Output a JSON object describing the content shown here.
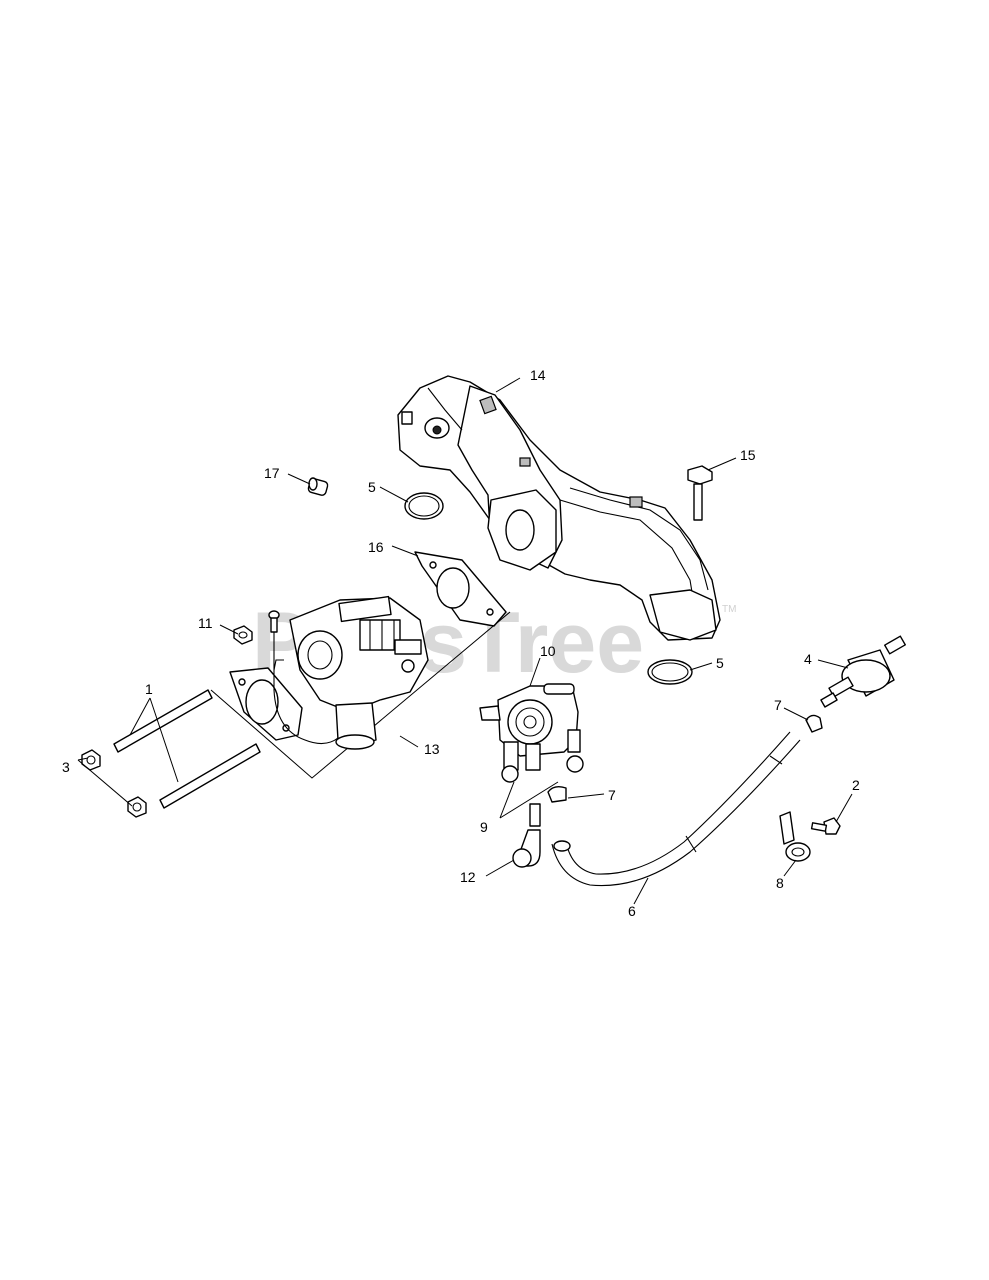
{
  "watermark": {
    "text": "PartsTree",
    "trademark": "TM"
  },
  "callouts": [
    {
      "id": "c1",
      "label": "1"
    },
    {
      "id": "c2",
      "label": "2"
    },
    {
      "id": "c3",
      "label": "3"
    },
    {
      "id": "c4",
      "label": "4"
    },
    {
      "id": "c5a",
      "label": "5"
    },
    {
      "id": "c5b",
      "label": "5"
    },
    {
      "id": "c6",
      "label": "6"
    },
    {
      "id": "c7a",
      "label": "7"
    },
    {
      "id": "c7b",
      "label": "7"
    },
    {
      "id": "c8",
      "label": "8"
    },
    {
      "id": "c9",
      "label": "9"
    },
    {
      "id": "c10",
      "label": "10"
    },
    {
      "id": "c11",
      "label": "11"
    },
    {
      "id": "c12",
      "label": "12"
    },
    {
      "id": "c13",
      "label": "13"
    },
    {
      "id": "c14",
      "label": "14"
    },
    {
      "id": "c15",
      "label": "15"
    },
    {
      "id": "c16",
      "label": "16"
    },
    {
      "id": "c17",
      "label": "17"
    }
  ],
  "colors": {
    "line": "#000000",
    "background": "#ffffff",
    "watermark": "#d9d9d9"
  }
}
